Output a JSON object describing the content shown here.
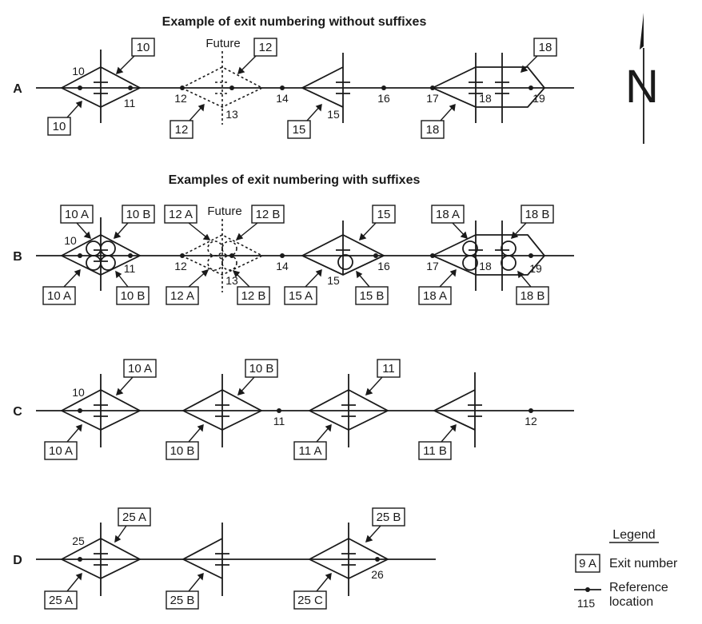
{
  "titles": {
    "without_suffixes": "Example of exit numbering without suffixes",
    "with_suffixes": "Examples of exit numbering with suffixes"
  },
  "rows": {
    "a": "A",
    "b": "B",
    "c": "C",
    "d": "D"
  },
  "future_label": "Future",
  "north_label": "N",
  "row_a": {
    "exit_numbers": [
      "10",
      "10",
      "12",
      "12",
      "15",
      "18",
      "18"
    ],
    "reference_locations": [
      "10",
      "11",
      "12",
      "13",
      "14",
      "15",
      "16",
      "17",
      "18",
      "19"
    ]
  },
  "row_b": {
    "exit_numbers": [
      "10 A",
      "10 B",
      "10 A",
      "10 B",
      "12 A",
      "12 B",
      "12 A",
      "12 B",
      "15",
      "15 A",
      "15 B",
      "18 A",
      "18 B",
      "18 A",
      "18 B"
    ],
    "reference_locations": [
      "10",
      "11",
      "12",
      "13",
      "14",
      "15",
      "16",
      "17",
      "18",
      "19"
    ]
  },
  "row_c": {
    "exit_numbers": [
      "10 A",
      "10 A",
      "10 B",
      "10 B",
      "11",
      "11 A",
      "11 B"
    ],
    "reference_locations": [
      "10",
      "11",
      "12"
    ]
  },
  "row_d": {
    "exit_numbers": [
      "25 A",
      "25 A",
      "25 B",
      "25 B",
      "25 C"
    ],
    "reference_locations": [
      "25",
      "26"
    ]
  },
  "legend": {
    "heading": "Legend",
    "sample_exit": "9 A",
    "exit_number_label": "Exit number",
    "sample_reference": "115",
    "reference_label_line1": "Reference",
    "reference_label_line2": "location"
  }
}
